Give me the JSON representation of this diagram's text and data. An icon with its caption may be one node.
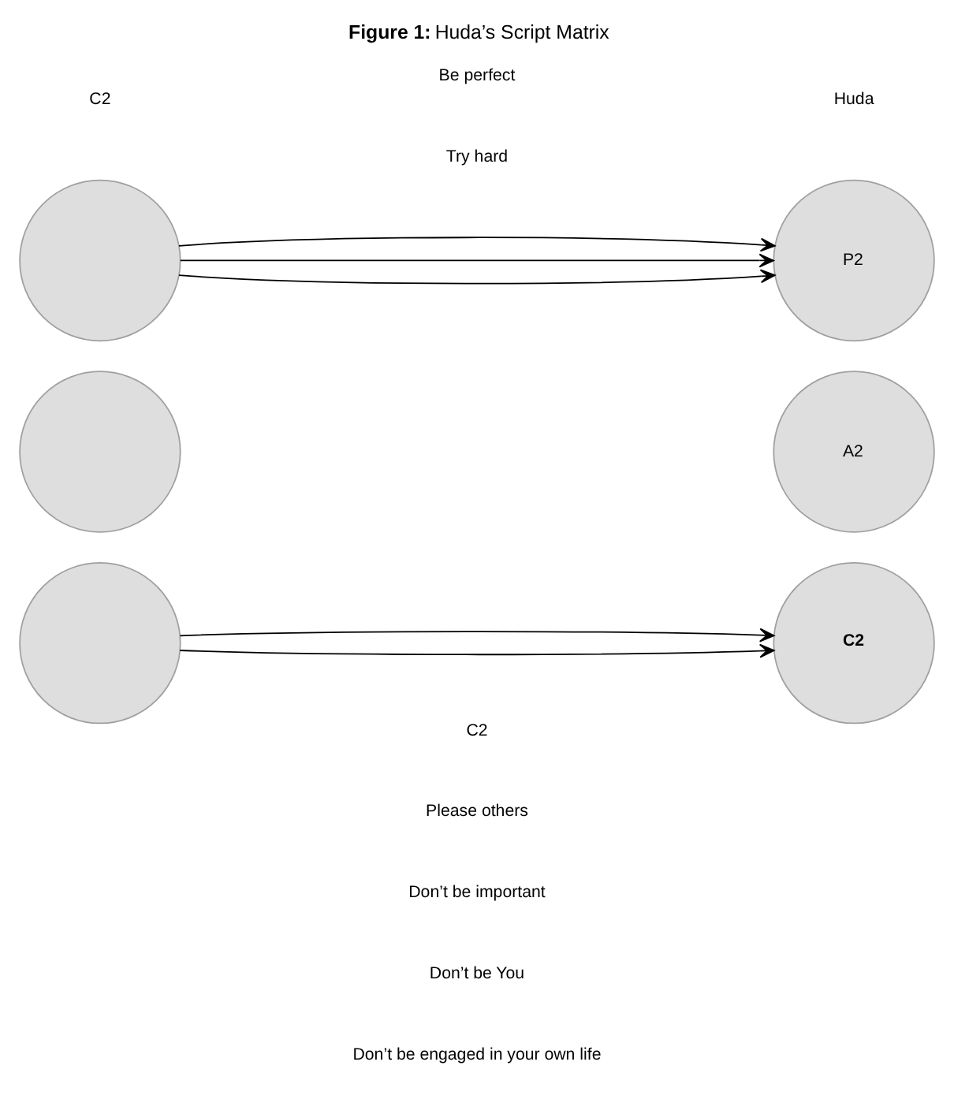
{
  "diagram": {
    "title": "**Figure 1:** Huda’s Script Matrix",
    "nodes": [
      {
        "text": [],
        "shape": "circle"
      },
      {
        "text": [],
        "shape": "circle"
      },
      {
        "text": [],
        "shape": "circle"
      },
      {
        "text": [
          "P2"
        ]
      },
      {
        "text": [
          "A2"
        ]
      },
      {
        "text": [
          "C2"
        ]
      }
    ],
    "edges": [
      {
        "from": 0,
        "to": 3,
        "arrow": "to"
      },
      {
        "from": 0,
        "to": 3,
        "arrow": "to"
      },
      {
        "from": 0,
        "to": 3,
        "arrow": "to"
      },
      {
        "from": 2,
        "to": 5,
        "arrow": "to"
      },
      {
        "from": 2,
        "to": 5,
        "arrow": "to"
      }
    ],
    "labels": [
      "C2",
      "Be perfect",
      "Try hard",
      "C2",
      "Please others",
      "Huda",
      "Don’t be important",
      "Don’t be You",
      "Don’t be engaged in your own life"
    ]
  }
}
